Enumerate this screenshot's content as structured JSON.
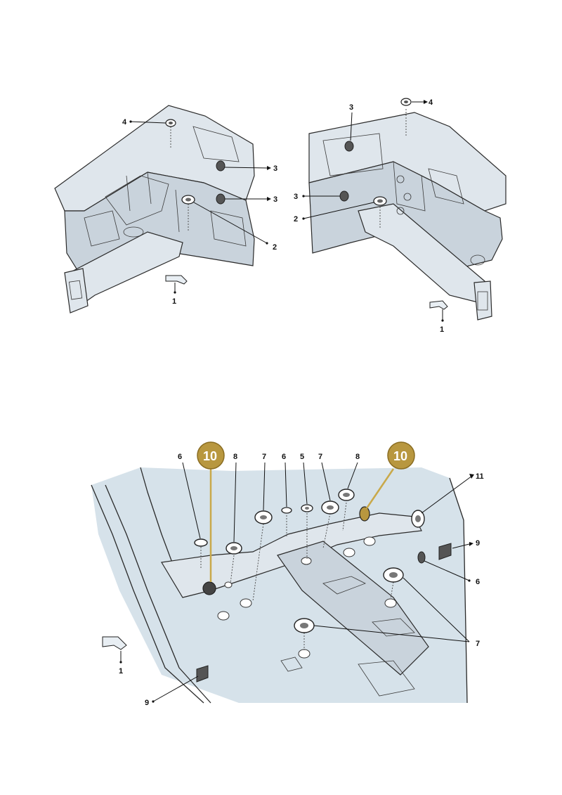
{
  "diagram": {
    "top_left": {
      "callouts": [
        "4",
        "3",
        "3",
        "2",
        "1"
      ]
    },
    "top_right": {
      "callouts": [
        "3",
        "4",
        "3",
        "2",
        "1"
      ]
    },
    "bottom": {
      "callouts": [
        "6",
        "8",
        "7",
        "6",
        "5",
        "7",
        "8",
        "11",
        "9",
        "6",
        "7",
        "1",
        "9"
      ],
      "highlight_callouts": [
        "10",
        "10"
      ],
      "highlight_color": "#b8973f"
    }
  }
}
